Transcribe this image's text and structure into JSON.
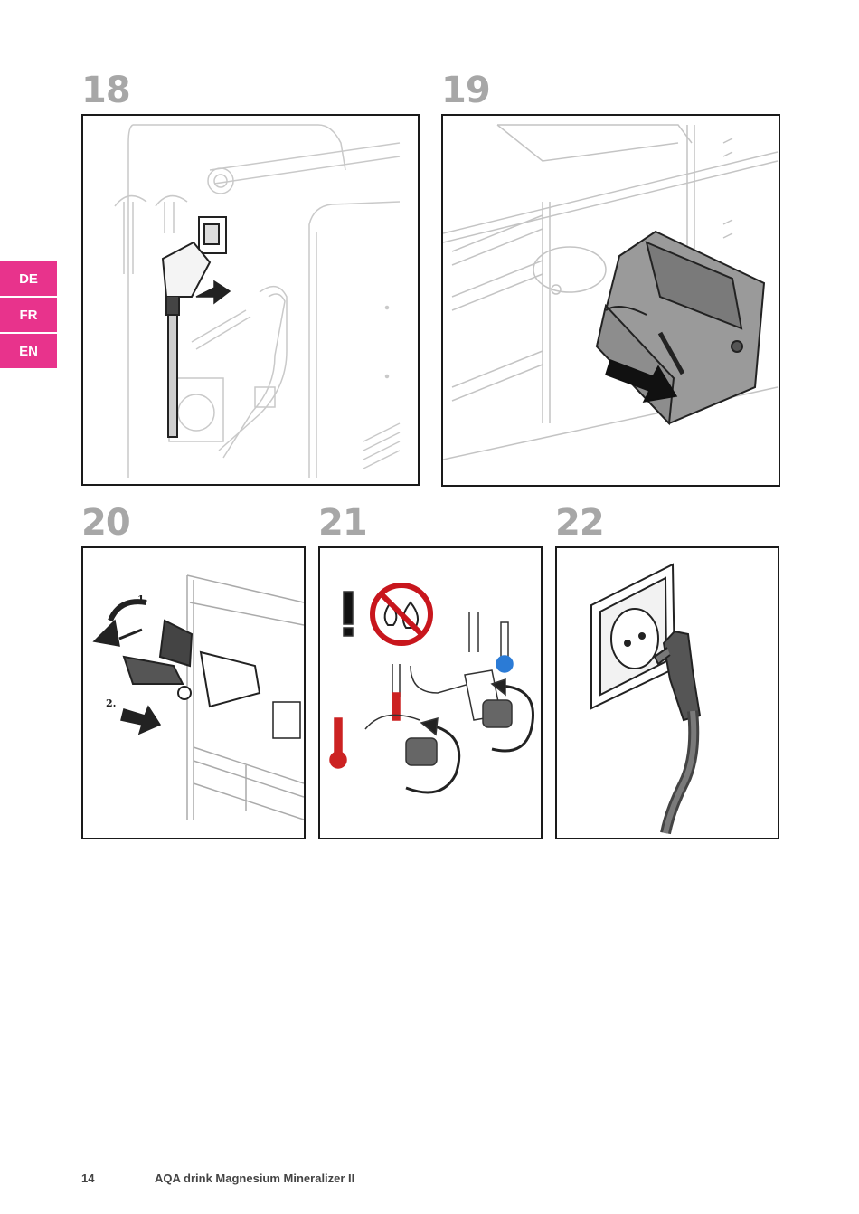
{
  "steps": [
    {
      "number": "18"
    },
    {
      "number": "19"
    },
    {
      "number": "20",
      "labels": [
        "1.",
        "2."
      ]
    },
    {
      "number": "21"
    },
    {
      "number": "22"
    }
  ],
  "language_tabs": [
    "DE",
    "FR",
    "EN"
  ],
  "colors": {
    "accent": "#e8338c",
    "step_number": "#a7a7a7",
    "cold": "#2b7bd6",
    "hot": "#cc2222",
    "prohibit": "#c8161d"
  },
  "footer": {
    "page_number": "14",
    "product_title": "AQA drink Magnesium Mineralizer II"
  }
}
